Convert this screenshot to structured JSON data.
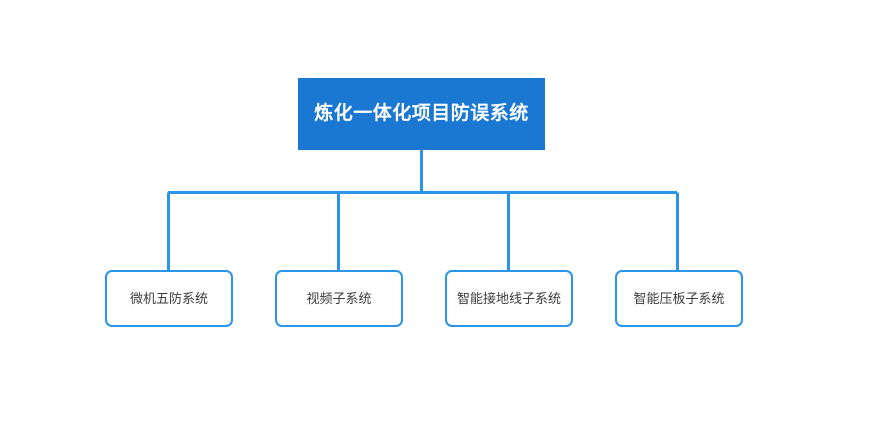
{
  "diagram": {
    "type": "organization-tree",
    "title_text": "炼化一体化项目防误系统",
    "background_color": "#ffffff",
    "root": {
      "label": "炼化一体化项目防误系统",
      "fill_color": "#1a77d2",
      "text_color": "#ffffff"
    },
    "connector": {
      "color": "#2b95ea",
      "stroke_width": 3
    },
    "children": [
      {
        "label": "微机五防系统",
        "border_color": "#2b95ea",
        "fill_color": "#ffffff",
        "text_color": "#3c3c3c"
      },
      {
        "label": "视频子系统",
        "border_color": "#2b95ea",
        "fill_color": "#ffffff",
        "text_color": "#3c3c3c"
      },
      {
        "label": "智能接地线子系统",
        "border_color": "#2b95ea",
        "fill_color": "#ffffff",
        "text_color": "#3c3c3c"
      },
      {
        "label": "智能压板子系统",
        "border_color": "#2b95ea",
        "fill_color": "#ffffff",
        "text_color": "#3c3c3c"
      }
    ]
  }
}
